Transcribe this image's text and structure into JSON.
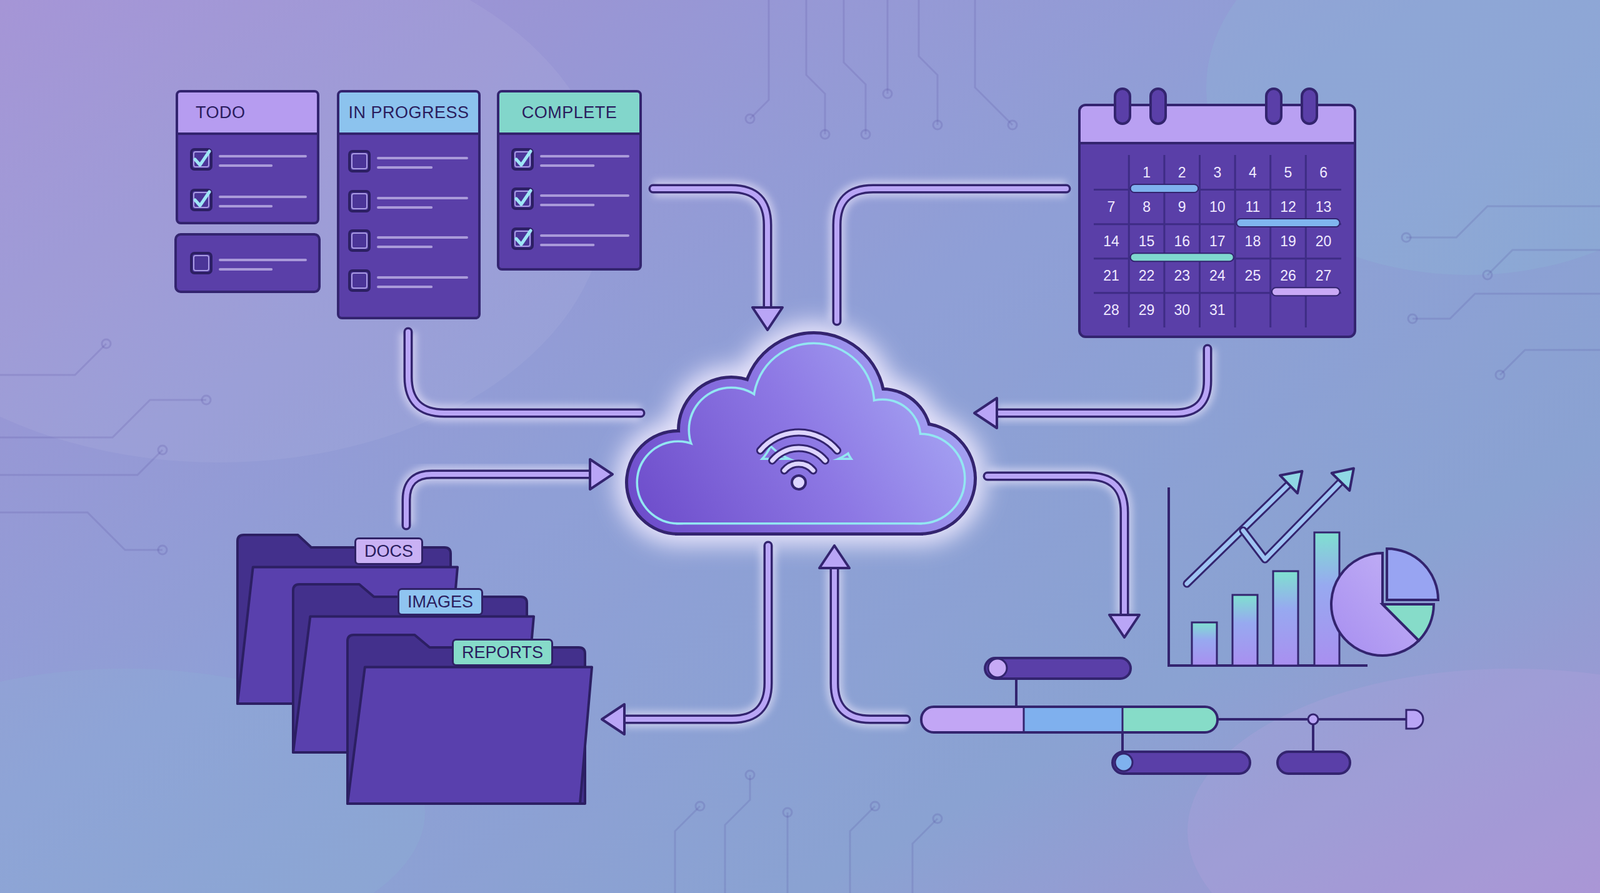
{
  "diagram": {
    "nodes": [
      {
        "text": [
          "TODO"
        ]
      },
      {
        "text": [
          "IN PROGRESS"
        ]
      },
      {
        "text": [
          "COMPLETE"
        ]
      },
      {
        "text": [
          "DOCS"
        ]
      },
      {
        "text": [
          "IMAGES"
        ]
      },
      {
        "text": [
          "REPORTS"
        ]
      }
    ],
    "labels": [
      "1",
      "2",
      "3",
      "4",
      "5",
      "6",
      "7",
      "8",
      "9",
      "10",
      "11",
      "12",
      "13",
      "14",
      "15",
      "16",
      "17",
      "18",
      "19",
      "20",
      "21",
      "22",
      "23",
      "24",
      "25",
      "26",
      "27",
      "28",
      "29",
      "30",
      "31"
    ]
  }
}
